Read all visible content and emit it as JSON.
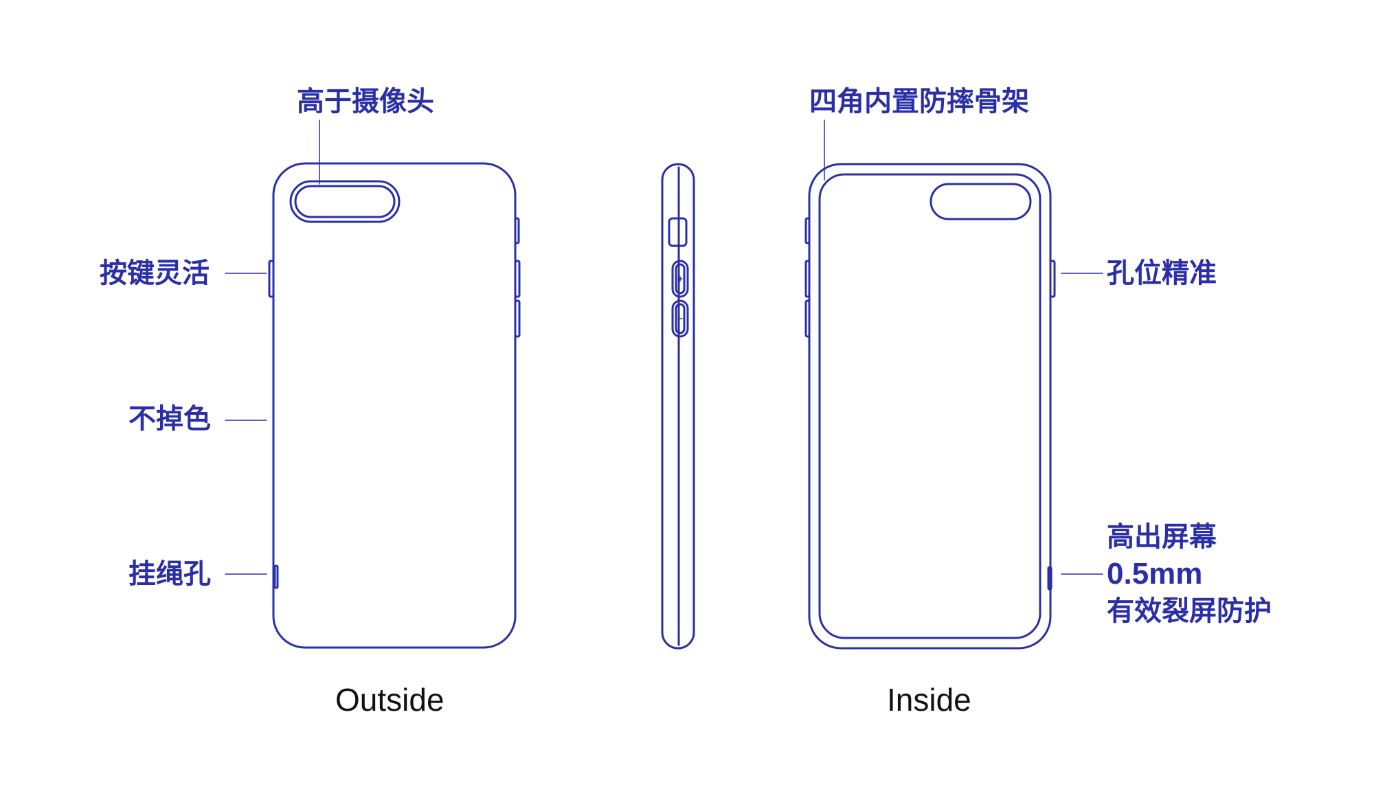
{
  "colors": {
    "stroke": "#2a2fa8",
    "text": "#2a2fa8",
    "caption": "#111111"
  },
  "labels": {
    "camera": "高于摄像头",
    "buttons": "按键灵活",
    "no_fade": "不掉色",
    "lanyard": "挂绳孔",
    "corner_frame": "四角内置防摔骨架",
    "holes": "孔位精准",
    "screen_line1": "高出屏幕",
    "screen_line2": "0.5mm",
    "screen_line3": "有效裂屏防护"
  },
  "captions": {
    "outside": "Outside",
    "inside": "Inside"
  },
  "icons": {
    "side_plus": "plus-icon",
    "side_minus": "minus-icon"
  }
}
